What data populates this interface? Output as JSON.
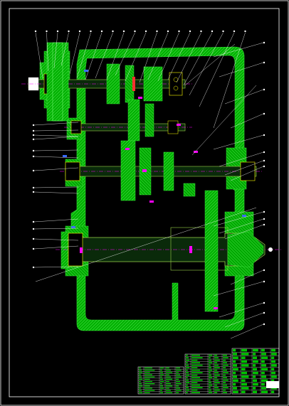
{
  "diagram": {
    "kind": "gearbox-assembly-drawing",
    "colors": {
      "background": "#000000",
      "frame": "#ffffff",
      "housing": "#00c000",
      "hatch": "#3adf3a",
      "shaft": "#9bd34a",
      "centerline": "#ff00ff",
      "accent_yellow": "#ffff00",
      "accent_red": "#ff3030",
      "accent_blue": "#3a6bff",
      "leader": "#ffffff"
    },
    "top_balloon_count": 20,
    "left_balloon_count": 14,
    "right_balloon_count": 16
  }
}
